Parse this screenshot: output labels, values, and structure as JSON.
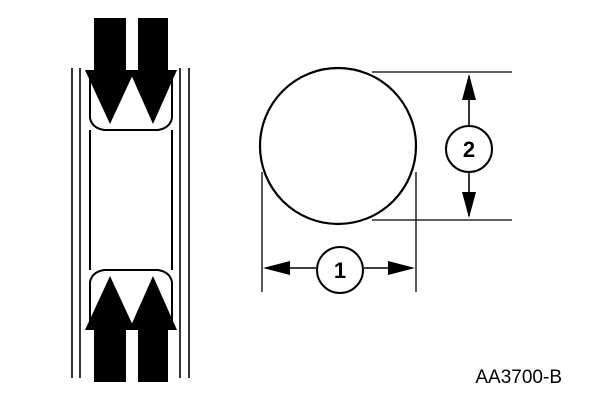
{
  "callouts": [
    {
      "label": "1"
    },
    {
      "label": "2"
    }
  ],
  "figure_id": "AA3700-B",
  "colors": {
    "ink": "#000000",
    "paper": "#ffffff"
  }
}
